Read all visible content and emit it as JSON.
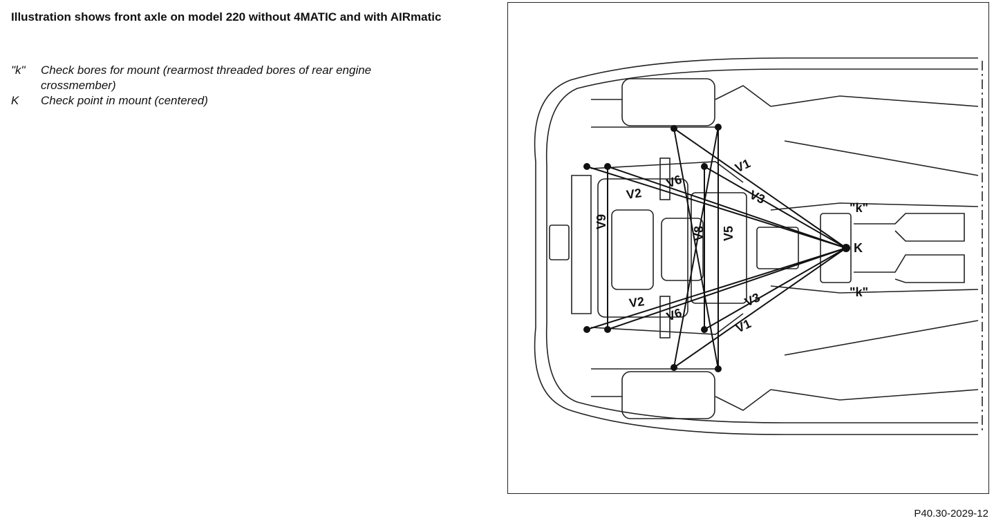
{
  "heading": "Illustration shows front axle on model 220 without 4MATIC and with AIRmatic",
  "legend": [
    {
      "key": "\"k\"",
      "text": "Check bores for mount (rearmost threaded bores of rear engine crossmember)"
    },
    {
      "key": "K",
      "text": "Check point in mount (centered)"
    }
  ],
  "figure": {
    "labels": {
      "V1": "V1",
      "V2": "V2",
      "V3": "V3",
      "V5": "V5",
      "V6": "V6",
      "V8": "V8",
      "V9": "V9",
      "k": "\"k\"",
      "K": "K"
    },
    "reference": "P40.30-2029-12"
  }
}
